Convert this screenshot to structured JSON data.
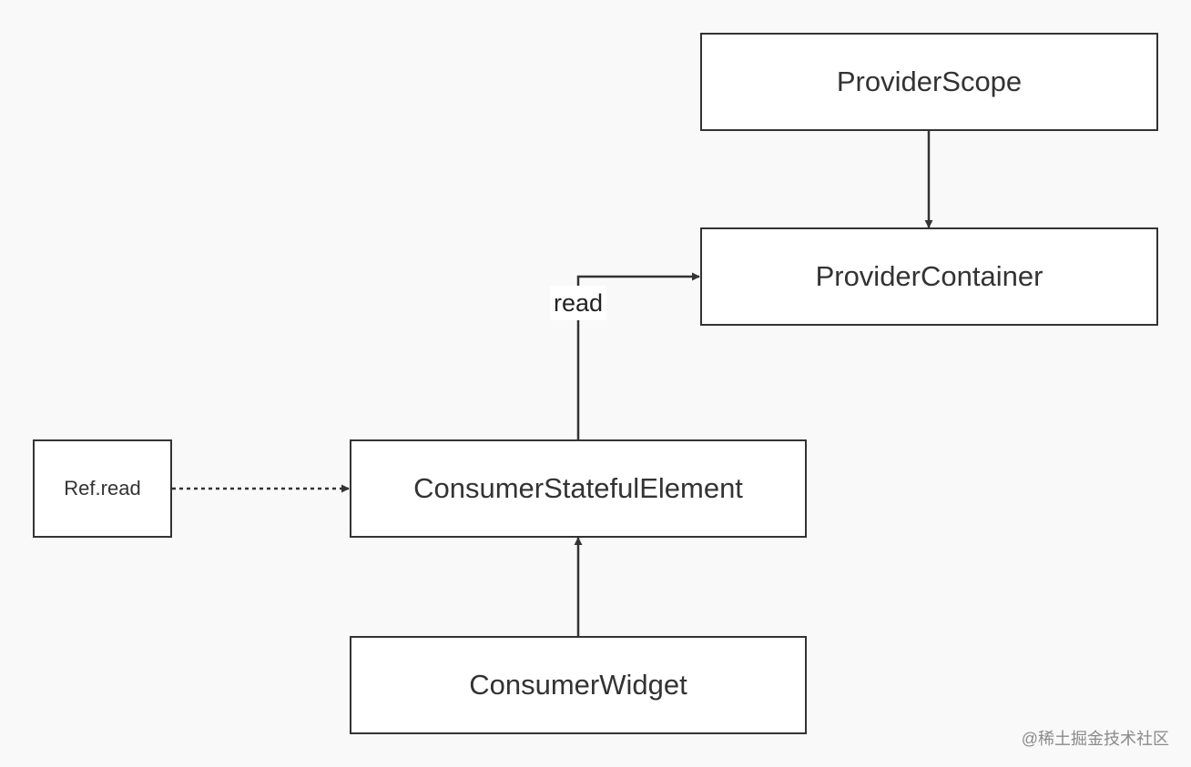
{
  "nodes": {
    "provider_scope": "ProviderScope",
    "provider_container": "ProviderContainer",
    "consumer_stateful_element": "ConsumerStatefulElement",
    "ref_read": "Ref.read",
    "consumer_widget": "ConsumerWidget"
  },
  "edges": {
    "read_label": "read"
  },
  "watermark": "@稀土掘金技术社区",
  "colors": {
    "background": "#f9f9f9",
    "node_fill": "#ffffff",
    "stroke": "#333333"
  }
}
